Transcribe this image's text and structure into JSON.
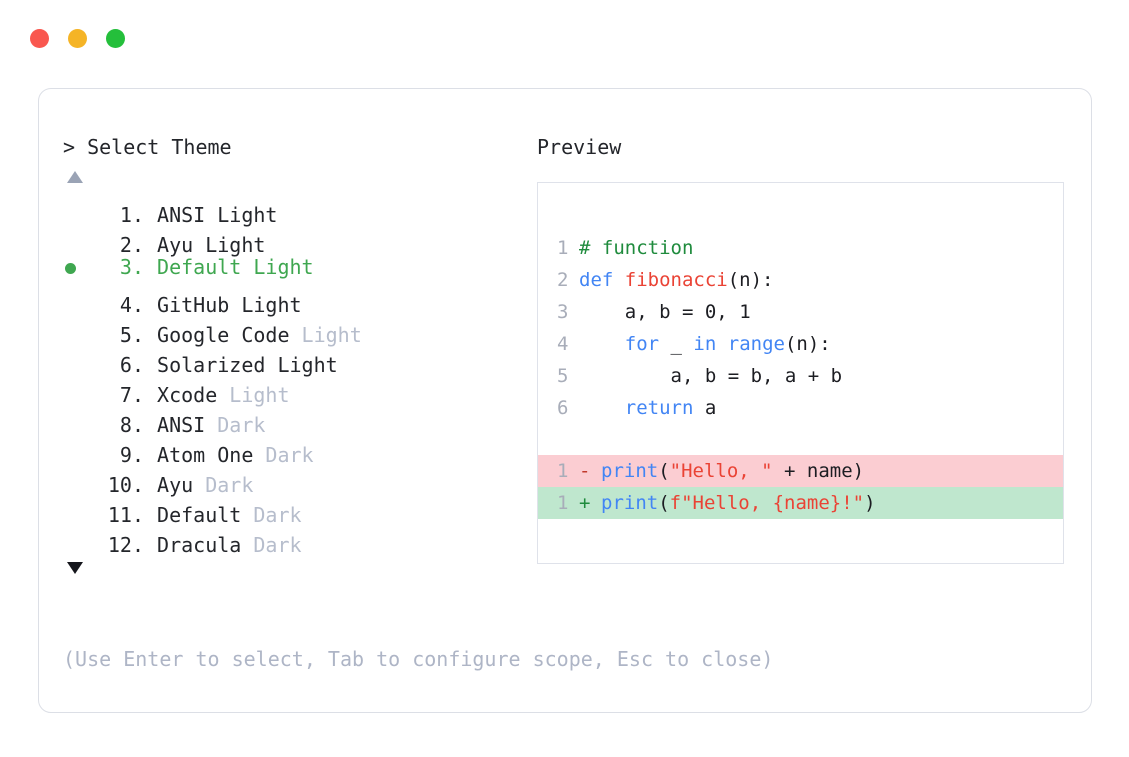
{
  "window": {
    "buttons": [
      {
        "name": "close",
        "color": "#f9574f"
      },
      {
        "name": "minimize",
        "color": "#f5b426"
      },
      {
        "name": "maximize",
        "color": "#24bf3b"
      }
    ]
  },
  "left_panel": {
    "prompt_symbol": "> ",
    "prompt_label": "Select Theme",
    "scroll_up_glyph": "▲",
    "scroll_down_glyph": "▼",
    "selected_index": 3,
    "selection_color": "#3fa750",
    "items": [
      {
        "number": "1.",
        "name": "ANSI Light",
        "suffix": "",
        "selected": false
      },
      {
        "number": "2.",
        "name": "Ayu Light",
        "suffix": "",
        "selected": false
      },
      {
        "number": "3.",
        "name": "Default Light",
        "suffix": "",
        "selected": true
      },
      {
        "number": "4.",
        "name": "GitHub Light",
        "suffix": "",
        "selected": false
      },
      {
        "number": "5.",
        "name": "Google Code ",
        "suffix": "Light",
        "selected": false
      },
      {
        "number": "6.",
        "name": "Solarized Light",
        "suffix": "",
        "selected": false
      },
      {
        "number": "7.",
        "name": "Xcode ",
        "suffix": "Light",
        "selected": false
      },
      {
        "number": "8.",
        "name": "ANSI ",
        "suffix": "Dark",
        "selected": false
      },
      {
        "number": "9.",
        "name": "Atom One ",
        "suffix": "Dark",
        "selected": false
      },
      {
        "number": "10.",
        "name": "Ayu ",
        "suffix": "Dark",
        "selected": false
      },
      {
        "number": "11.",
        "name": "Default ",
        "suffix": "Dark",
        "selected": false
      },
      {
        "number": "12.",
        "name": "Dracula ",
        "suffix": "Dark",
        "selected": false
      }
    ]
  },
  "hint": "(Use Enter to select, Tab to configure scope, Esc to close)",
  "right_panel": {
    "title": "Preview",
    "code_lines": [
      {
        "number": "1",
        "tokens": [
          {
            "t": "# function",
            "c": "tok-comment"
          }
        ]
      },
      {
        "number": "2",
        "tokens": [
          {
            "t": "def ",
            "c": "tok-keyword"
          },
          {
            "t": "fibonacci",
            "c": "tok-func"
          },
          {
            "t": "(n):",
            "c": "tok-plain"
          }
        ]
      },
      {
        "number": "3",
        "tokens": [
          {
            "t": "    a, b = ",
            "c": "tok-plain"
          },
          {
            "t": "0",
            "c": "tok-number"
          },
          {
            "t": ", ",
            "c": "tok-plain"
          },
          {
            "t": "1",
            "c": "tok-number"
          }
        ]
      },
      {
        "number": "4",
        "tokens": [
          {
            "t": "    ",
            "c": "tok-plain"
          },
          {
            "t": "for",
            "c": "tok-keyword"
          },
          {
            "t": " _ ",
            "c": "tok-plain"
          },
          {
            "t": "in",
            "c": "tok-keyword"
          },
          {
            "t": " ",
            "c": "tok-plain"
          },
          {
            "t": "range",
            "c": "tok-builtin"
          },
          {
            "t": "(n):",
            "c": "tok-plain"
          }
        ]
      },
      {
        "number": "5",
        "tokens": [
          {
            "t": "        a, b = b, a + b",
            "c": "tok-plain"
          }
        ]
      },
      {
        "number": "6",
        "tokens": [
          {
            "t": "    ",
            "c": "tok-plain"
          },
          {
            "t": "return",
            "c": "tok-keyword"
          },
          {
            "t": " a",
            "c": "tok-plain"
          }
        ]
      }
    ],
    "diff_lines": [
      {
        "number": "1",
        "marker": "-",
        "kind": "del",
        "tokens": [
          {
            "t": "print",
            "c": "tok-builtin"
          },
          {
            "t": "(",
            "c": "tok-plain"
          },
          {
            "t": "\"Hello, \"",
            "c": "tok-string"
          },
          {
            "t": " + name)",
            "c": "tok-plain"
          }
        ]
      },
      {
        "number": "1",
        "marker": "+",
        "kind": "add",
        "tokens": [
          {
            "t": "print",
            "c": "tok-builtin"
          },
          {
            "t": "(",
            "c": "tok-plain"
          },
          {
            "t": "f\"Hello, {name}!\"",
            "c": "tok-string"
          },
          {
            "t": ")",
            "c": "tok-plain"
          }
        ]
      }
    ]
  }
}
